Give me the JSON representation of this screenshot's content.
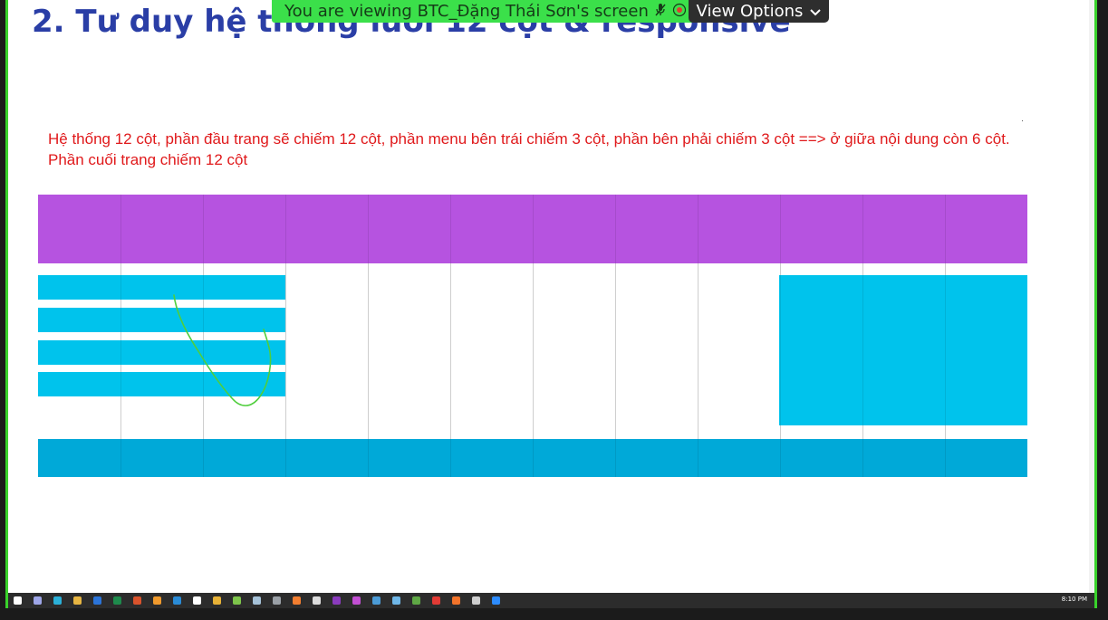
{
  "slide": {
    "title": "2. Tư  duy hệ thống lưới 12 cột & responsive",
    "description": "Hệ thống 12 cột, phần đầu trang sẽ chiếm 12 cột, phần menu bên trái chiếm 3 cột, phần bên phải chiếm 3 cột ==> ở giữa nội dung còn 6 cột. Phần cuối trang chiếm 12 cột",
    "colors": {
      "title": "#2a3ea6",
      "description": "#e0191b",
      "header_block": "#b653e0",
      "menu_block": "#00c3ec",
      "right_block": "#00c3ec",
      "footer_block": "#00a9d8",
      "annotation_stroke": "#4fce3c"
    }
  },
  "share_banner": {
    "text": "You are viewing BTC_Đặng Thái Sơn's screen",
    "mic_icon": "mic-muted-icon",
    "record_icon": "record-icon",
    "background": "#3be04a"
  },
  "view_options": {
    "label": "View Options",
    "icon": "chevron-down-icon"
  },
  "taskbar": {
    "clock": "8:10 PM",
    "icons": [
      {
        "name": "windows-start-icon",
        "color": "#ffffff"
      },
      {
        "name": "teams-icon",
        "color": "#9ea6e8"
      },
      {
        "name": "edge-icon",
        "color": "#2bb0d8"
      },
      {
        "name": "file-explorer-icon",
        "color": "#e7b542"
      },
      {
        "name": "word-icon",
        "color": "#2b74d8"
      },
      {
        "name": "excel-icon",
        "color": "#1e8a4c"
      },
      {
        "name": "powerpoint-icon",
        "color": "#d9532c"
      },
      {
        "name": "sublime-icon",
        "color": "#f09a2d"
      },
      {
        "name": "vscode-icon",
        "color": "#2a8bd6"
      },
      {
        "name": "github-desktop-icon",
        "color": "#ffffff"
      },
      {
        "name": "chrome-icon",
        "color": "#e8b237"
      },
      {
        "name": "chrome-dev-icon",
        "color": "#7ec54b"
      },
      {
        "name": "notepad-icon",
        "color": "#a6c2d8"
      },
      {
        "name": "app-icon",
        "color": "#9aa0a6"
      },
      {
        "name": "xampp-icon",
        "color": "#f27e30"
      },
      {
        "name": "save-icon",
        "color": "#dcdcdc"
      },
      {
        "name": "onenote-icon",
        "color": "#8a3bbd"
      },
      {
        "name": "phpstorm-icon",
        "color": "#c24fd3"
      },
      {
        "name": "display-icon",
        "color": "#4b9bd6"
      },
      {
        "name": "network-icon",
        "color": "#6fb7e8"
      },
      {
        "name": "minecraft-icon",
        "color": "#5fa845"
      },
      {
        "name": "youtube-icon",
        "color": "#e23b35"
      },
      {
        "name": "firefox-icon",
        "color": "#f3742b"
      },
      {
        "name": "security-icon",
        "color": "#cfcfcf"
      },
      {
        "name": "zoom-icon",
        "color": "#2d8cff"
      }
    ]
  }
}
